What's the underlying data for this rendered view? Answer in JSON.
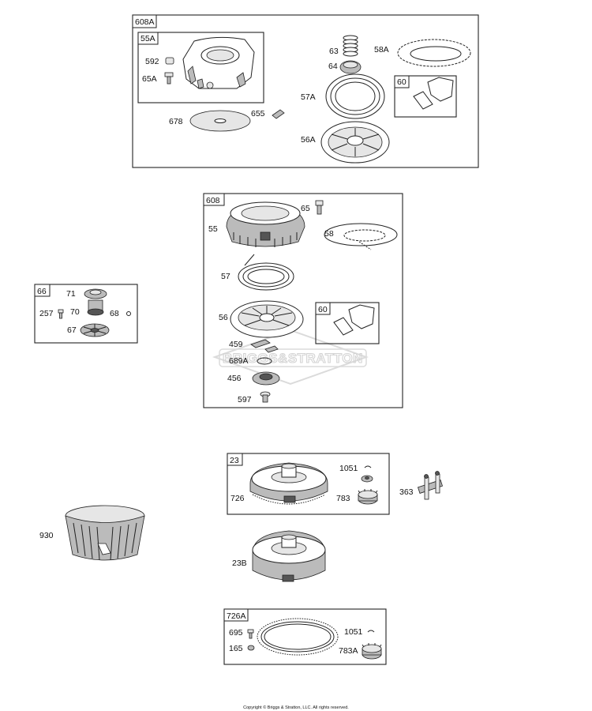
{
  "assemblies": {
    "g608A": {
      "tag": "608A",
      "sub55A": "55A",
      "labels": {
        "p592": "592",
        "p65A": "65A",
        "p678": "678",
        "p655": "655",
        "p63": "63",
        "p64": "64",
        "p58A": "58A",
        "p57A": "57A",
        "p56A": "56A",
        "g60": "60"
      }
    },
    "g608": {
      "tag": "608",
      "labels": {
        "p65": "65",
        "p55": "55",
        "p58": "58",
        "p57": "57",
        "p56": "56",
        "g60": "60",
        "p459": "459",
        "p689A": "689A",
        "p456": "456",
        "p597": "597"
      }
    },
    "g66": {
      "tag": "66",
      "labels": {
        "p71": "71",
        "p257": "257",
        "p70": "70",
        "p68": "68",
        "p67": "67"
      }
    },
    "g23": {
      "tag": "23",
      "labels": {
        "p1051": "1051",
        "p726": "726",
        "p783": "783"
      }
    },
    "g726A": {
      "tag": "726A",
      "labels": {
        "p695": "695",
        "p1051": "1051",
        "p165": "165",
        "p783A": "783A"
      }
    }
  },
  "loose": {
    "p363": "363",
    "p930": "930",
    "p23B": "23B"
  },
  "watermark": "BRIGGS&STRATTON",
  "copyright": "Copyright © Briggs & Stratton, LLC. All rights reserved."
}
